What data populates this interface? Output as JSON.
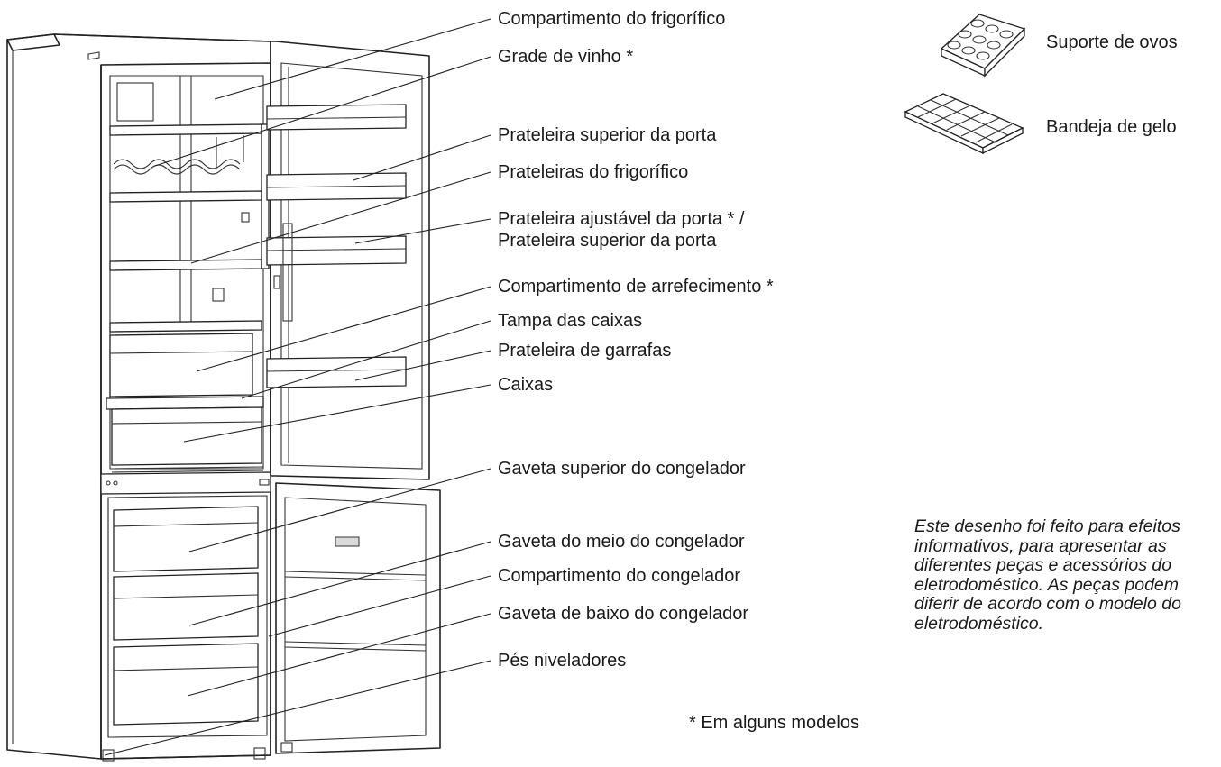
{
  "labels": [
    {
      "id": "fridge-compartment",
      "text": "Compartimento do frigorífico"
    },
    {
      "id": "wine-rack",
      "text": "Grade de vinho *"
    },
    {
      "id": "upper-door-shelf",
      "text": "Prateleira superior da porta"
    },
    {
      "id": "fridge-shelves",
      "text": "Prateleiras do frigorífico"
    },
    {
      "id": "adjustable-door-shelf-line1",
      "text": "Prateleira ajustável da porta * /"
    },
    {
      "id": "adjustable-door-shelf-line2",
      "text": "Prateleira superior da porta"
    },
    {
      "id": "chiller-compartment",
      "text": "Compartimento de arrefecimento *"
    },
    {
      "id": "crisper-cover",
      "text": "Tampa das caixas"
    },
    {
      "id": "bottle-shelf",
      "text": "Prateleira de garrafas"
    },
    {
      "id": "crisper-boxes",
      "text": "Caixas"
    },
    {
      "id": "freezer-top-drawer",
      "text": "Gaveta superior do congelador"
    },
    {
      "id": "freezer-middle-drawer",
      "text": "Gaveta do meio do congelador"
    },
    {
      "id": "freezer-compartment",
      "text": "Compartimento do congelador"
    },
    {
      "id": "freezer-bottom-drawer",
      "text": "Gaveta de baixo do congelador"
    },
    {
      "id": "leveling-feet",
      "text": "Pés niveladores"
    }
  ],
  "accessories": {
    "egg_holder": "Suporte de ovos",
    "ice_tray": "Bandeja de gelo"
  },
  "footnote": "* Em alguns modelos",
  "disclaimer": "Este desenho foi feito para efeitos informativos, para apresentar as diferentes peças e acessórios do eletrodoméstico. As peças podem diferir de acordo com o modelo do eletrodoméstico."
}
